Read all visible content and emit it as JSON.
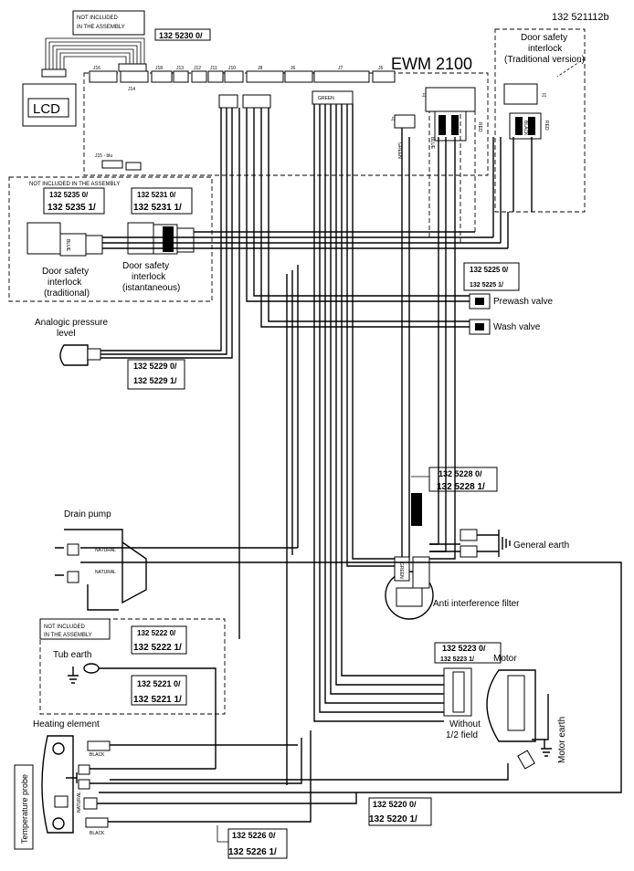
{
  "drawing_number": "132 521112b",
  "board_title": "EWM 2100",
  "lcd_label": "LCD",
  "not_included": "NOT INCLUDED IN THE ASSEMBLY",
  "part_codes": {
    "lcd_cable": "132 5230 0/",
    "door_trad": "132 5235 0/",
    "door_trad_alt": "132 5235 1/",
    "door_inst": "132 5231 0/",
    "door_inst_alt": "132 5231 1/",
    "valves": "132 5225 0/",
    "valves_alt": "132 5225 1/",
    "pressure": "132 5229 0/",
    "pressure_alt": "132 5229 1/",
    "main_harness": "132 5228 0/",
    "main_harness_alt": "132 5228 1/",
    "tub_a": "132 5222 0/",
    "tub_a_alt": "132 5222 1/",
    "tub_b": "132 5221 0/",
    "tub_b_alt": "132 5221 1/",
    "motor": "132 5223 0/",
    "motor_alt": "132 5223 1/",
    "heater_a": "132 5220 0/",
    "heater_a_alt": "132 5220 1/",
    "heater_b": "132 5226 0/",
    "heater_b_alt": "132 5226 1/"
  },
  "labels": {
    "door_trad_title": "Door safety",
    "door_trad_sub": "interlock",
    "door_trad_version": "(Traditional version)",
    "door_trad_box_1": "Door safety",
    "door_trad_box_2": "interlock",
    "door_trad_box_3": "(traditional)",
    "door_inst_1": "Door safety",
    "door_inst_2": "interlock",
    "door_inst_3": "(istantaneous)",
    "pressure_1": "Analogic pressure",
    "pressure_2": "level",
    "prewash_valve": "Prewash valve",
    "wash_valve": "Wash valve",
    "drain_pump": "Drain pump",
    "general_earth": "General earth",
    "anti_filter": "Anti interference filter",
    "tub_earth": "Tub earth",
    "motor": "Motor",
    "motor_earth": "Motor earth",
    "without_1": "Without",
    "without_2": "1/2 field",
    "heating_element": "Heating element",
    "temperature_probe": "Temperature probe",
    "natural": "NATURAL",
    "black": "BLACK",
    "blue": "BLUE",
    "green": "GREEN",
    "red": "RED",
    "j15_blu": "J15 - blu",
    "pump_natural_a": "NATURAL",
    "pump_natural_b": "NATURAL",
    "heater_black_a": "BLACK",
    "heater_black_b": "BLACK",
    "heater_natural": "NATURAL"
  },
  "connectors": [
    "J16",
    "J14",
    "J18",
    "J13",
    "J12",
    "J11",
    "J10",
    "J8",
    "J6",
    "J7",
    "J5",
    "J4",
    "J2",
    "J3",
    "J1"
  ]
}
